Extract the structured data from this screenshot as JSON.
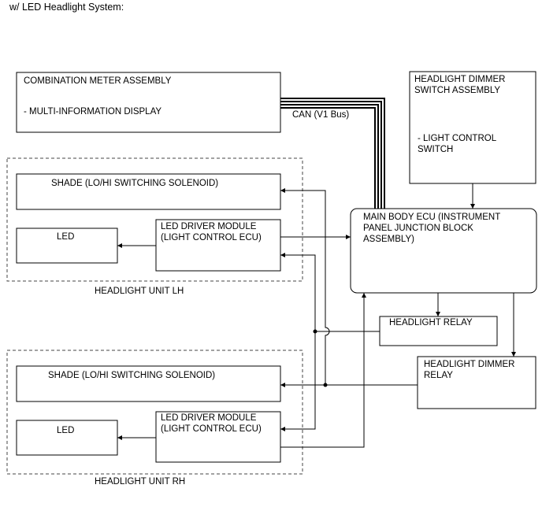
{
  "header": {
    "title": "w/ LED Headlight System:"
  },
  "components": {
    "combination_meter": {
      "name": "COMBINATION METER ASSEMBLY",
      "sub": "- MULTI-INFORMATION DISPLAY"
    },
    "dimmer_switch": {
      "line1": "HEADLIGHT DIMMER",
      "line2": "SWITCH ASSEMBLY",
      "sub1": "- LIGHT CONTROL",
      "sub2": "SWITCH"
    },
    "main_body_ecu": {
      "line1": "MAIN BODY ECU (INSTRUMENT",
      "line2": "PANEL JUNCTION BLOCK",
      "line3": "ASSEMBLY)"
    },
    "headlight_relay": {
      "name": "HEADLIGHT RELAY"
    },
    "dimmer_relay": {
      "line1": "HEADLIGHT DIMMER",
      "line2": "RELAY"
    },
    "unit_lh": {
      "label": "HEADLIGHT UNIT LH",
      "shade": "SHADE (LO/HI SWITCHING SOLENOID)",
      "led": "LED",
      "driver_line1": "LED DRIVER MODULE",
      "driver_line2": "(LIGHT CONTROL ECU)"
    },
    "unit_rh": {
      "label": "HEADLIGHT UNIT RH",
      "shade": "SHADE (LO/HI SWITCHING SOLENOID)",
      "led": "LED",
      "driver_line1": "LED DRIVER MODULE",
      "driver_line2": "(LIGHT CONTROL ECU)"
    }
  },
  "bus": {
    "label": "CAN (V1 Bus)"
  }
}
